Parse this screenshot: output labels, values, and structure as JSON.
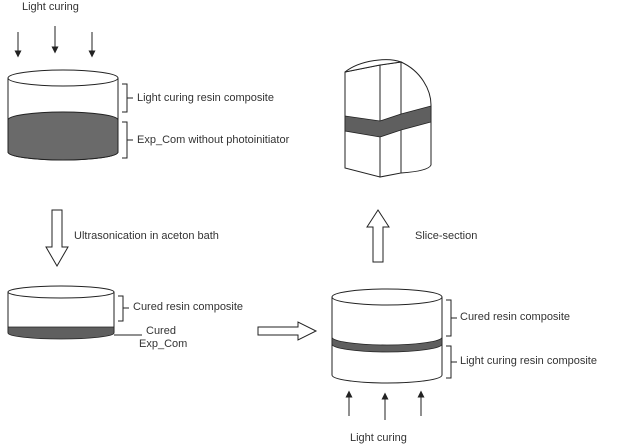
{
  "colors": {
    "outline": "#222222",
    "dark_band": "#5f5f5f",
    "dark_fill": "#6a6a6a",
    "text": "#333333"
  },
  "stage1": {
    "top_label": "Light curing",
    "upper_layer_label": "Light curing resin composite",
    "lower_layer_label": "Exp_Com without photoinitiator"
  },
  "process_step": "Ultrasonication in aceton bath",
  "stage2": {
    "layer_label": "Cured resin composite",
    "band_label_line1": "Cured",
    "band_label_line2": "Exp_Com"
  },
  "stage3": {
    "upper_layer_label": "Cured resin composite",
    "lower_layer_label": "Light curing resin composite",
    "bottom_label": "Light curing"
  },
  "stage4": {
    "step_label": "Slice-section"
  }
}
